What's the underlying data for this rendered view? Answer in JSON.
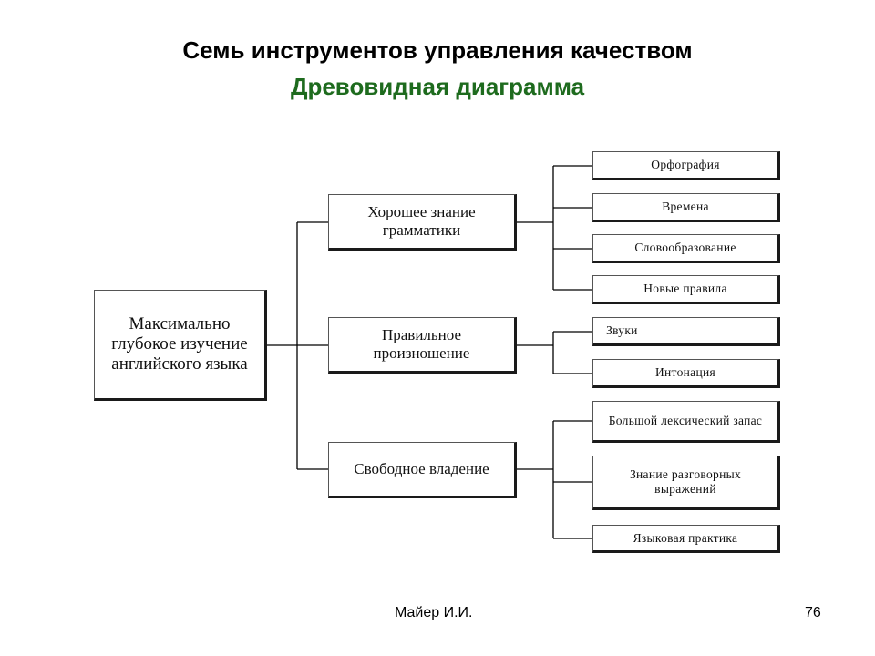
{
  "title": {
    "main": "Семь инструментов управления качеством",
    "sub": "Древовидная диаграмма"
  },
  "tree": {
    "root": "Максимально глубокое изучение английского языка",
    "branches": [
      {
        "label": "Хорошее знание грамматики",
        "leaves": [
          "Орфография",
          "Времена",
          "Словообразование",
          "Новые правила"
        ]
      },
      {
        "label": "Правильное произношение",
        "leaves": [
          "Звуки",
          "Интонация"
        ]
      },
      {
        "label": "Свободное владение",
        "leaves": [
          "Большой лексический запас",
          "Знание разговорных выражений",
          "Языковая практика"
        ]
      }
    ]
  },
  "footer": {
    "author": "Майер И.И.",
    "page": "76"
  },
  "colors": {
    "title": "#000000",
    "subtitle": "#1e6b1e",
    "lines": "#000000"
  }
}
